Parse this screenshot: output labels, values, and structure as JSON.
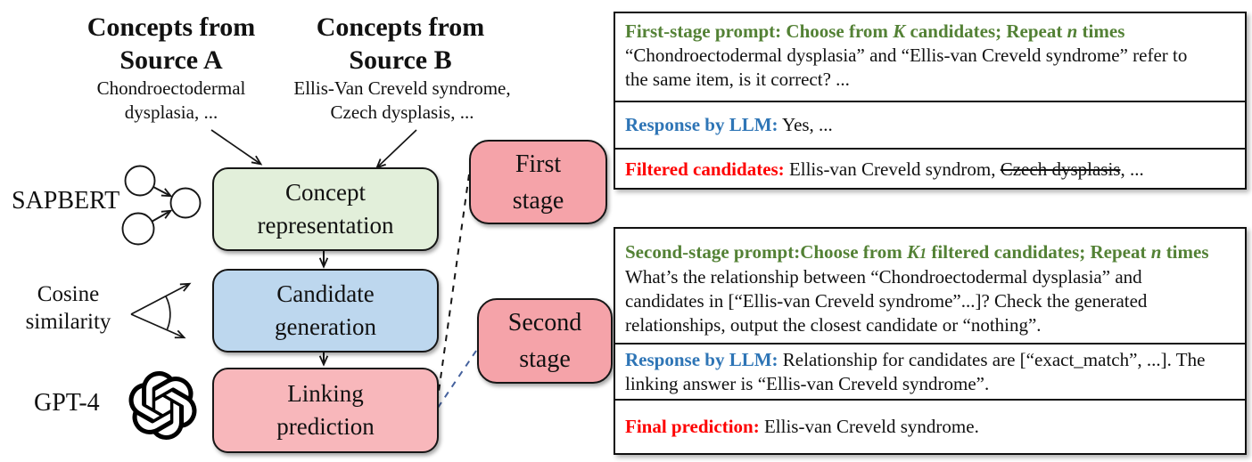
{
  "diagram": {
    "source_a": {
      "title_line1": "Concepts from",
      "title_line2": "Source A",
      "subtitle_line1": "Chondroectodermal",
      "subtitle_line2": "dysplasia, ..."
    },
    "source_b": {
      "title_line1": "Concepts from",
      "title_line2": "Source B",
      "subtitle_line1": "Ellis-Van Creveld syndrome,",
      "subtitle_line2": "Czech dysplasis, ..."
    },
    "sapbert_label": "SAPBERT",
    "cosine_label_line1": "Cosine",
    "cosine_label_line2": "similarity",
    "gpt4_label": "GPT-4",
    "boxes": {
      "concept": {
        "line1": "Concept",
        "line2": "representation"
      },
      "candidate": {
        "line1": "Candidate",
        "line2": "generation"
      },
      "linking": {
        "line1": "Linking",
        "line2": "prediction"
      },
      "first_stage": {
        "line1": "First",
        "line2": "stage"
      },
      "second_stage": {
        "line1": "Second",
        "line2": "stage"
      }
    }
  },
  "panels": {
    "first": {
      "title_pre": "First-stage prompt: Choose from ",
      "title_k": "K",
      "title_mid": " candidates; Repeat ",
      "title_n": "n",
      "title_post": " times",
      "body": "“Chondroectodermal dysplasia” and “Ellis-van Creveld syndrome” refer to the same item, is it correct? ...",
      "response_label": "Response by LLM:",
      "response_text": " Yes, ...",
      "filtered_label": "Filtered candidates:",
      "filtered_pre": " Ellis-van Creveld syndrom, ",
      "filtered_strike": "Czech dysplasis",
      "filtered_post": ", ..."
    },
    "second": {
      "title_pre": "Second-stage prompt:Choose from ",
      "title_k": "K",
      "title_k_sub": "1",
      "title_mid": " filtered candidates; Repeat ",
      "title_n": "n",
      "title_post": " times",
      "body": "What’s the relationship between “Chondroectodermal dysplasia” and candidates in [“Ellis-van Creveld syndrome”...]? Check the generated relationships, output the closest candidate or “nothing”.",
      "response_label": "Response by LLM:",
      "response_text": " Relationship for candidates are [“exact_match”, ...]. The linking answer is “Ellis-van Creveld syndrome”.",
      "final_label": "Final prediction:",
      "final_text": " Ellis-van Creveld syndrome."
    }
  },
  "colors": {
    "green_text": "#538135",
    "blue_text": "#2e75b6",
    "red_text": "#fe0000",
    "box_green": "#e2efda",
    "box_blue": "#bdd7ee",
    "box_pink": "#f8b7bb",
    "stage_pink": "#f5a3a9"
  }
}
